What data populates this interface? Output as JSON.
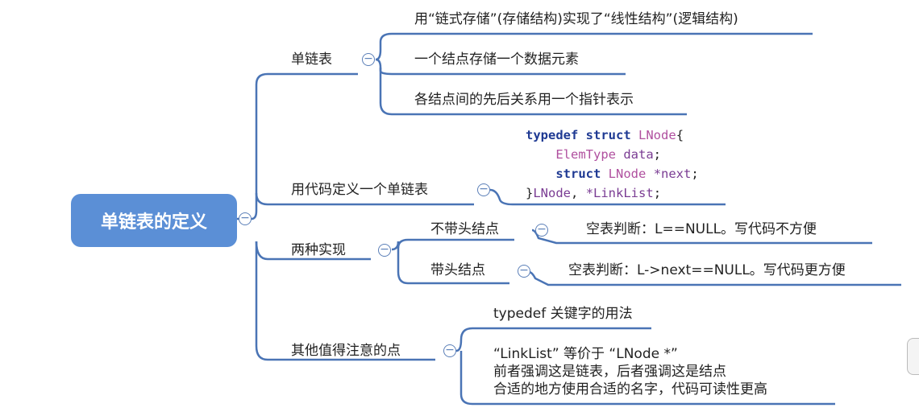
{
  "root": {
    "label": "单链表的定义"
  },
  "branches": {
    "single_list": {
      "label": "单链表",
      "items": [
        "用“链式存储”(存储结构)实现了“线性结构”(逻辑结构)",
        "一个结点存储一个数据元素",
        "各结点间的先后关系用一个指针表示"
      ]
    },
    "code_def": {
      "label": "用代码定义一个单链表",
      "code": {
        "line1": {
          "kw1": "typedef",
          "kw2": "struct",
          "name": "LNode",
          "brace": "{"
        },
        "line2": {
          "type": "ElemType",
          "field": "data",
          "semi": ";"
        },
        "line3": {
          "kw": "struct",
          "type": "LNode",
          "field": "*next",
          "semi": ";"
        },
        "line4": {
          "close": "}",
          "name1": "LNode",
          "sep": ", ",
          "name2": "*LinkList",
          "semi": ";"
        }
      }
    },
    "two_impl": {
      "label": "两种实现",
      "no_head": {
        "label": "不带头结点",
        "detail": "空表判断：L==NULL。写代码不方便"
      },
      "with_head": {
        "label": "带头结点",
        "detail": "空表判断：L->next==NULL。写代码更方便"
      }
    },
    "notes": {
      "label": "其他值得注意的点",
      "items": [
        "typedef 关键字的用法",
        "“LinkList” 等价于 “LNode *”",
        "前者强调这是链表，后者强调这是结点",
        "合适的地方使用合适的名字，代码可读性更高"
      ]
    }
  },
  "toggle_symbol": "−",
  "colors": {
    "root_fill": "#5b8fd6",
    "line": "#4a74b5"
  }
}
